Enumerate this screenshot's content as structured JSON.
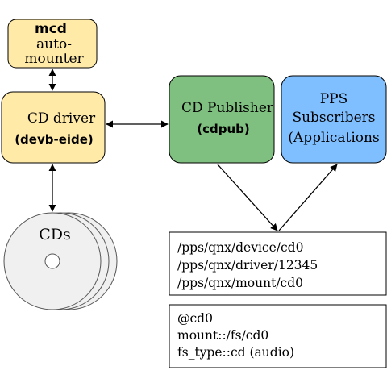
{
  "nodes": {
    "mcd": {
      "line1": "mcd",
      "line2": "auto-",
      "line3": "mounter",
      "fill": "#ffeaa8"
    },
    "cd_driver": {
      "line1": "CD driver",
      "line2": "(devb-eide)",
      "fill": "#ffeaa8"
    },
    "cd_publisher": {
      "line1": "CD Publisher",
      "line2": "(cdpub)",
      "fill": "#7fbf7f"
    },
    "pps_subscribers": {
      "line1": "PPS",
      "line2": "Subscribers",
      "line3": "(Applications",
      "fill": "#80bfff"
    },
    "cds": {
      "label": "CDs",
      "fill": "#f0f0f0"
    }
  },
  "pps_paths": [
    "/pps/qnx/device/cd0",
    "/pps/qnx/driver/12345",
    "/pps/qnx/mount/cd0"
  ],
  "pps_object": [
    "@cd0",
    "mount::/fs/cd0",
    "fs_type::cd (audio)"
  ]
}
